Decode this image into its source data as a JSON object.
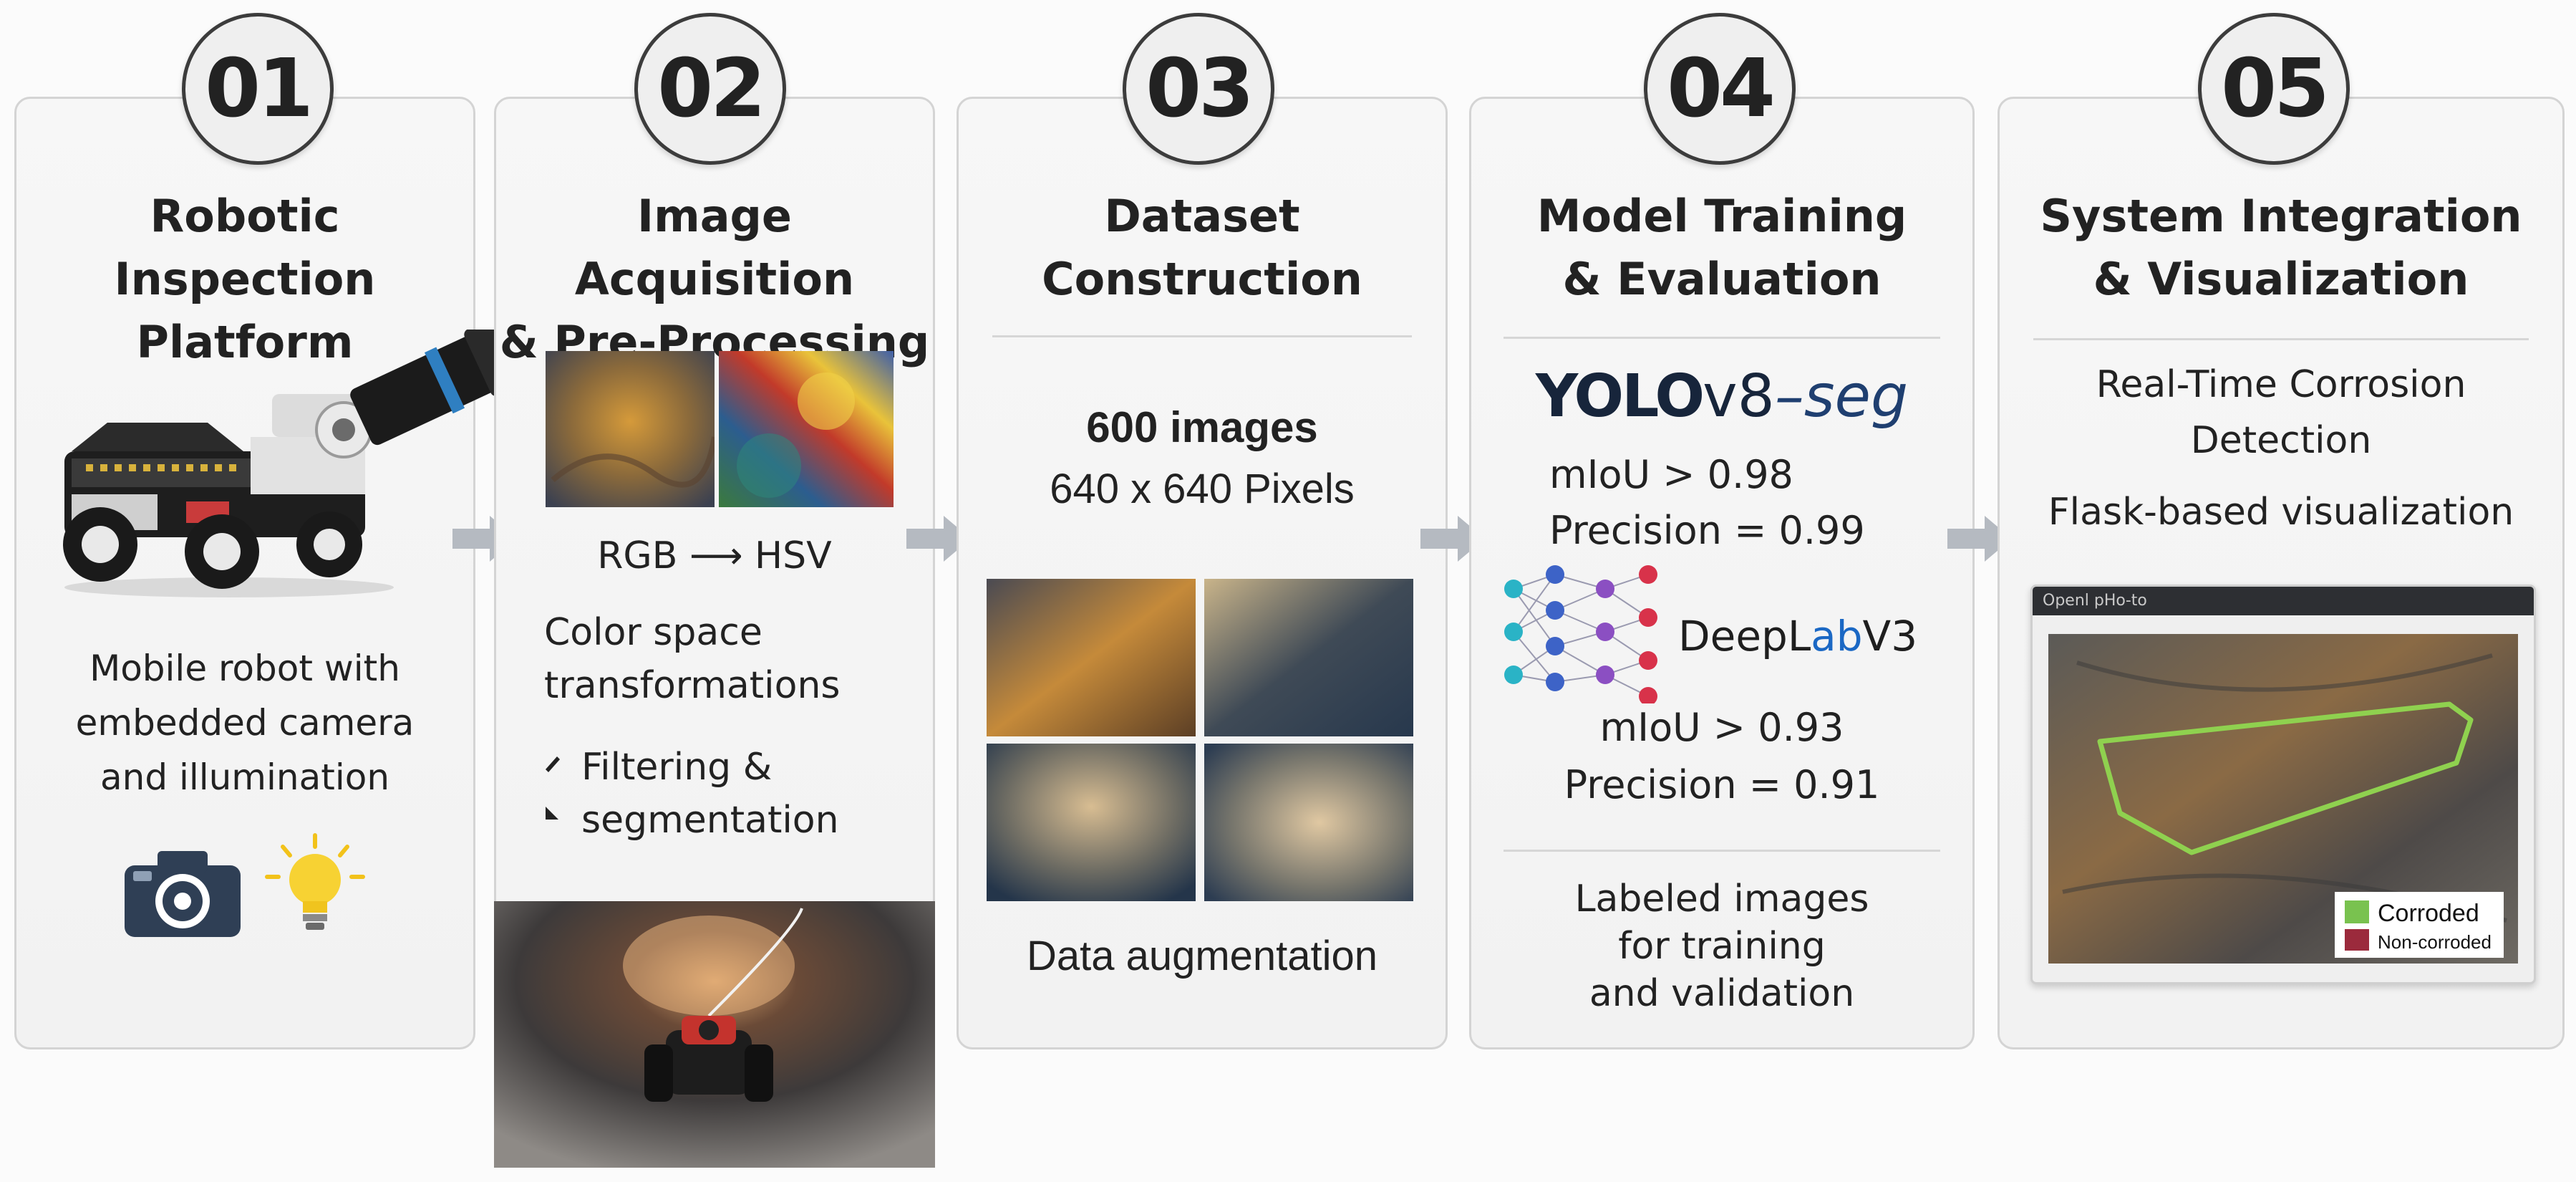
{
  "steps": [
    {
      "num": "01",
      "title_line1": "Robotic",
      "title_line2": "Inspection Platform",
      "desc_line1": "Mobile robot with",
      "desc_line2": "embedded camera",
      "desc_line3": "and illumination"
    },
    {
      "num": "02",
      "title_line1": "Image Acquisition",
      "title_line2": "& Pre-Processing",
      "conversion_from": "RGB",
      "conversion_to": "HSV",
      "desc_line1": "Color space",
      "desc_line2": "transformations",
      "bullet_line1": "Filtering &",
      "bullet_line2": "segmentation"
    },
    {
      "num": "03",
      "title_line1": "Dataset",
      "title_line2": "Construction",
      "count": "600 images",
      "resolution": "640 x 640 Pixels",
      "footer": "Data augmentation"
    },
    {
      "num": "04",
      "title_line1": "Model Training",
      "title_line2": "& Evaluation",
      "model1_name_a": "YOLO",
      "model1_name_b": "v8",
      "model1_name_c": "–seg",
      "model1_miou": "mIoU > 0.98",
      "model1_precision": "Precision = 0.99",
      "model2_name_a": "DeepL",
      "model2_name_b": "ab",
      "model2_name_c": "V3",
      "model2_miou": "mIoU > 0.93",
      "model2_precision": "Precision = 0.91",
      "note_line1": "Labeled images",
      "note_line2": "for training",
      "note_line3": "and validation"
    },
    {
      "num": "05",
      "title_line1": "System Integration",
      "title_line2": "& Visualization",
      "desc_line1": "Real-Time Corrosion",
      "desc_line2": "Detection",
      "desc_line3": "Flask-based visualization",
      "window_title": "Ореnl рНо-to",
      "legend": [
        {
          "label": "Corroded",
          "color": "#79c24f"
        },
        {
          "label": "Non-corroded",
          "color": "#9b2a3c"
        }
      ]
    }
  ],
  "colors": {
    "arrow": "#b5bac1",
    "yolo_dark": "#17253b",
    "yolo_accent": "#1f3f70",
    "deeplab_accent": "#1b68c4"
  },
  "icons": [
    "robot-photo",
    "camera-icon",
    "lightbulb-icon",
    "brush-icon",
    "neural-network-icon"
  ]
}
